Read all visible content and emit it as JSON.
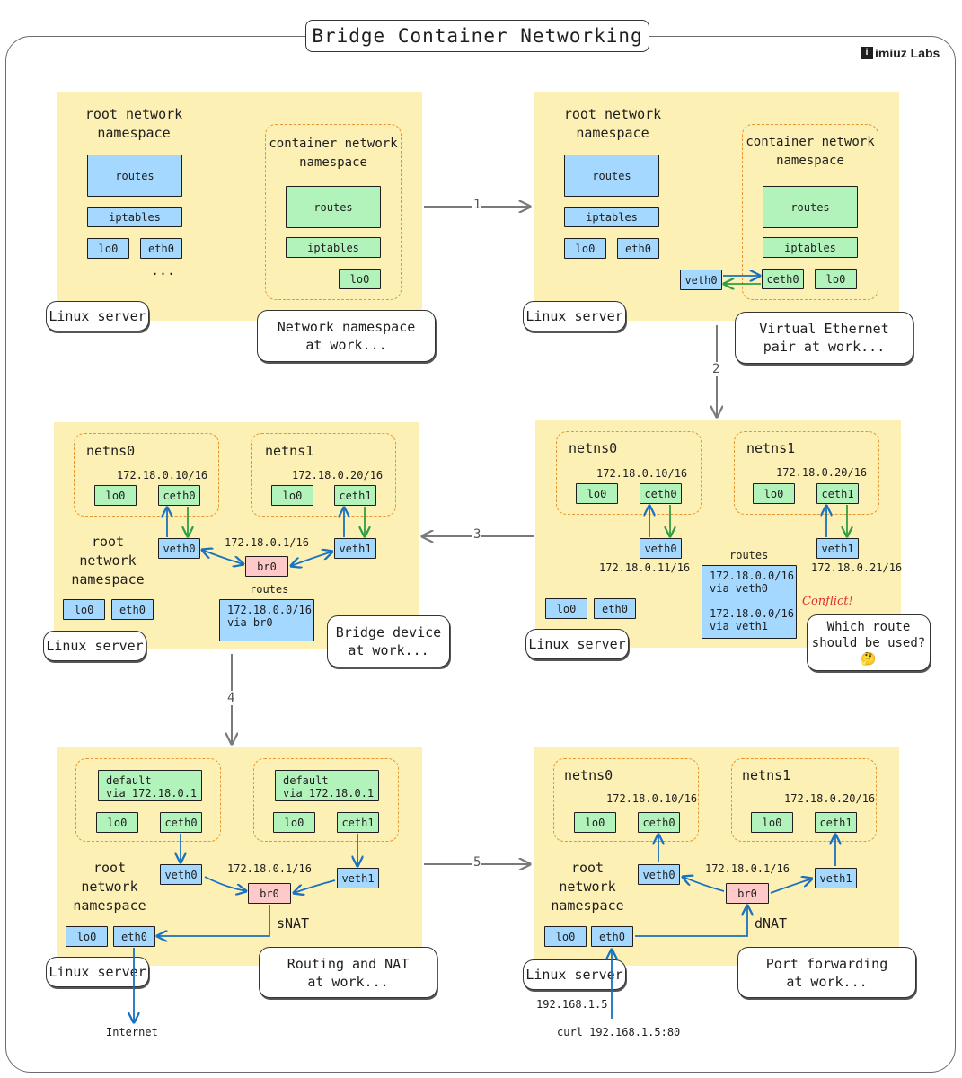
{
  "title": "Bridge Container Networking",
  "brand": {
    "icon": "imiuz-logo-icon",
    "text": "imiuz Labs"
  },
  "common": {
    "root_ns": "root network\nnamespace",
    "root_ns_3": "root\nnetwork\nnamespace",
    "container_ns": "container network\nnamespace",
    "linux_server": "Linux server",
    "routes": "routes",
    "iptables": "iptables",
    "lo0": "lo0",
    "eth0": "eth0",
    "veth0": "veth0",
    "veth1": "veth1",
    "ceth0": "ceth0",
    "ceth1": "ceth1",
    "br0": "br0",
    "netns0": "netns0",
    "netns1": "netns1",
    "ellipsis": "..."
  },
  "steps": [
    "1",
    "2",
    "3",
    "4",
    "5"
  ],
  "captions": {
    "p1": "Network namespace\nat work...",
    "p2": "Virtual Ethernet\npair at work...",
    "p3": "Bridge device\nat work...",
    "p4": "Which route\nshould be used?\n🤔",
    "p5": "Routing and NAT\nat work...",
    "p6": "Port forwarding\nat work..."
  },
  "ips": {
    "netns0": "172.18.0.10/16",
    "netns1": "172.18.0.20/16",
    "bridge": "172.18.0.1/16",
    "veth0_p4": "172.18.0.11/16",
    "veth1_p4": "172.18.0.21/16",
    "host": "192.168.1.5"
  },
  "routes": {
    "via_br0": "172.18.0.0/16\nvia br0",
    "conflict": "172.18.0.0/16\nvia veth0\n\n172.18.0.0/16\nvia veth1",
    "default": "default\nvia 172.18.0.1"
  },
  "labels": {
    "conflict": "Conflict!",
    "snat": "sNAT",
    "dnat": "dNAT",
    "internet": "Internet",
    "curl": "curl 192.168.1.5:80"
  }
}
